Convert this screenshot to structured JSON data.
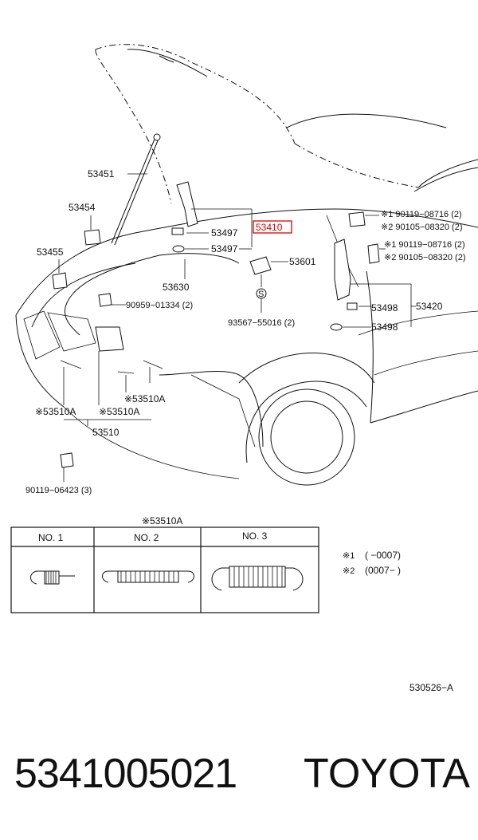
{
  "diagram": {
    "labels": {
      "l53451": "53451",
      "l53454": "53454",
      "l53455": "53455",
      "l53497a": "53497",
      "l53497b": "53497",
      "l53410": "53410",
      "l53601": "53601",
      "l53630": "53630",
      "l90959": "90959−01334 (2)",
      "l93567": "93567−55016 (2)",
      "l1_90119a": "※1 90119−08716 (2)",
      "l2_90105a": "※2 90105−08320 (2)",
      "l1_90119b": "※1 90119−08716 (2)",
      "l2_90105b": "※2 90105−08320 (2)",
      "l53498a": "53498",
      "l53498b": "53498",
      "l53420": "53420",
      "l53510a_1": "※53510A",
      "l53510a_2": "※53510A",
      "l53510a_3": "※53510A",
      "l53510": "53510",
      "l90119_06423": "90119−06423 (3)",
      "s_marker": "S"
    },
    "table": {
      "title": "※53510A",
      "columns": [
        "NO. 1",
        "NO. 2",
        "NO. 3"
      ]
    },
    "notes": {
      "n1_mark": "※1",
      "n1_text": "(        −0007)",
      "n2_mark": "※2",
      "n2_text": "(0007−        )"
    },
    "diagram_code": "530526−A",
    "highlight_color": "#dd0000"
  },
  "footer": {
    "part_number": "5341005021",
    "brand": "TOYOTA"
  }
}
